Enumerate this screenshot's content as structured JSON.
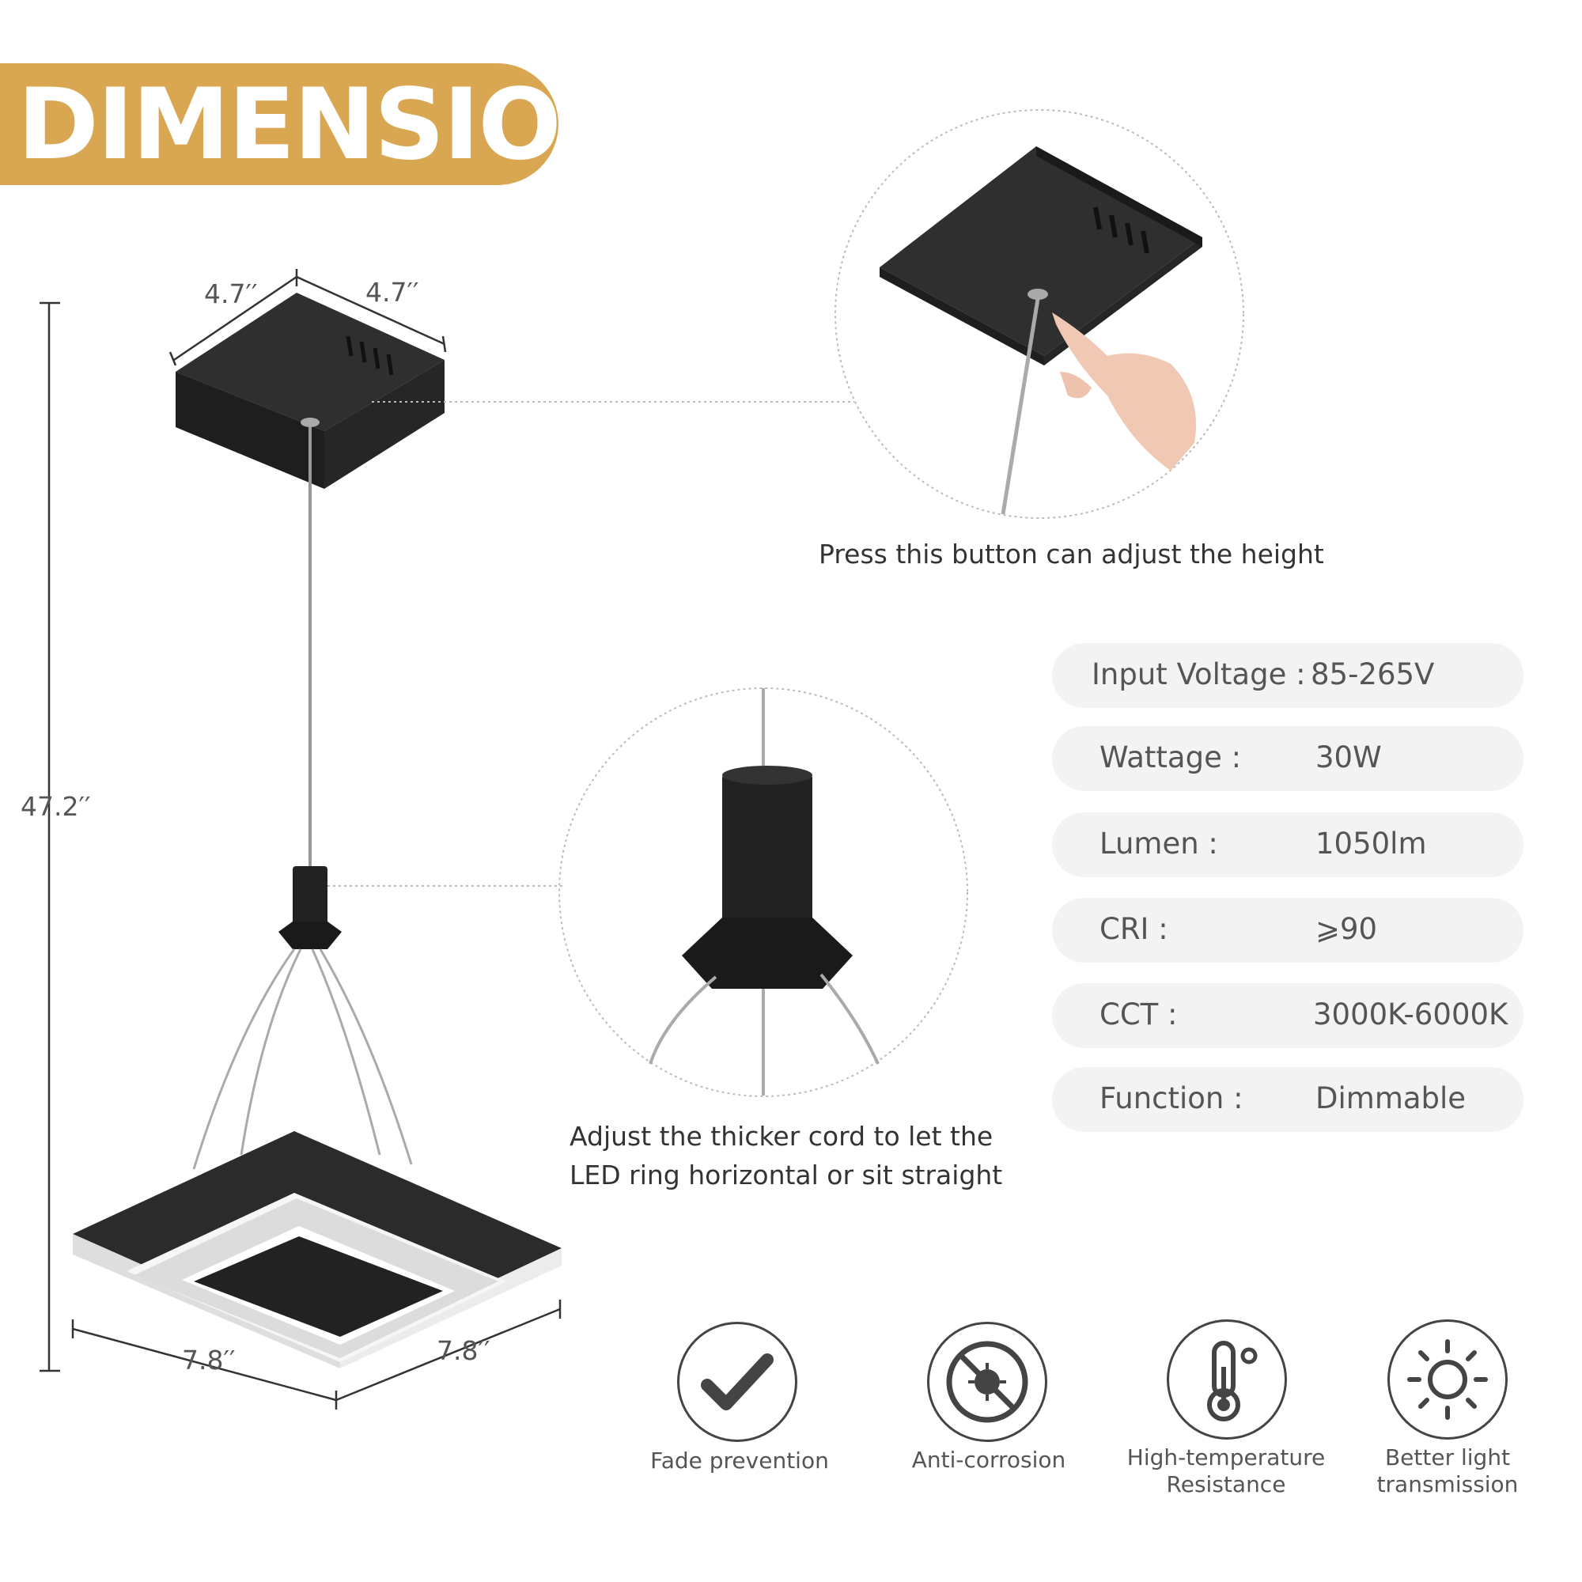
{
  "banner": {
    "title": "DIMENSION"
  },
  "dimensions": {
    "canopy_left": "4.7′′",
    "canopy_right": "4.7′′",
    "height": "47.2′′",
    "ring_left": "7.8′′",
    "ring_right": "7.8′′"
  },
  "callouts": {
    "button_caption": "Press this button can adjust the height",
    "cord_caption_line1": "Adjust the thicker cord to let the",
    "cord_caption_line2": "LED ring horizontal or sit straight"
  },
  "specs": [
    {
      "label": "Input Voltage :",
      "value": "85-265V"
    },
    {
      "label": "Wattage :",
      "value": "30W"
    },
    {
      "label": "Lumen :",
      "value": "1050lm"
    },
    {
      "label": "CRI :",
      "value": "⩾90"
    },
    {
      "label": "CCT :",
      "value": "3000K-6000K"
    },
    {
      "label": "Function :",
      "value": "Dimmable"
    }
  ],
  "features": [
    {
      "icon": "checkmark-icon",
      "label_line1": "Fade prevention",
      "label_line2": ""
    },
    {
      "icon": "anti-corrosion-icon",
      "label_line1": "Anti-corrosion",
      "label_line2": ""
    },
    {
      "icon": "thermometer-icon",
      "label_line1": "High-temperature",
      "label_line2": "Resistance"
    },
    {
      "icon": "sun-icon",
      "label_line1": "Better light",
      "label_line2": "transmission"
    }
  ],
  "colors": {
    "banner": "#d9a652",
    "product_black": "#2b2b2b",
    "spec_row_bg": "#f3f3f3"
  }
}
